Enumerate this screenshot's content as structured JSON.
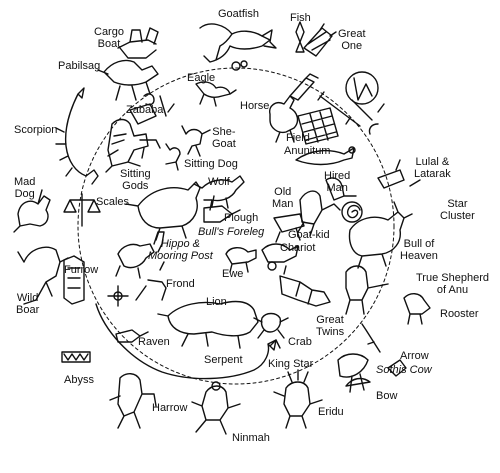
{
  "colors": {
    "ink": "#111111",
    "background": "#ffffff"
  },
  "labels": {
    "goatfish": "Goatfish",
    "fish": "Fish",
    "great_one": "Great\nOne",
    "cargo_boat": "Cargo\nBoat",
    "pabilsag": "Pabilsag",
    "eagle": "Eagle",
    "zababa": "Zababa",
    "horse": "Horse",
    "scorpion": "Scorpion",
    "she_goat": "She-\nGoat",
    "field": "Field",
    "anunitum": "Anunitum",
    "sitting_gods": "Sitting\nGods",
    "sitting_dog": "Sitting Dog",
    "lulal_latarak": "Lulal &\nLatarak",
    "hired_man": "Hired\nMan",
    "mad_dog": "Mad\nDog",
    "wolf": "Wolf",
    "old_man": "Old\nMan",
    "scales": "Scales",
    "plough": "Plough",
    "goat_kid": "Goat-kid",
    "star_cluster": "Star\nCluster",
    "bulls_foreleg": "Bull's Foreleg",
    "chariot": "Chariot",
    "bull_of_heaven": "Bull of\nHeaven",
    "hippo_mooring_post": "Hippo &\nMooring Post",
    "furrow": "Furrow",
    "ewe": "Ewe",
    "true_shepherd": "True Shepherd\nof Anu",
    "frond": "Frond",
    "wild_boar": "Wild\nBoar",
    "lion": "Lion",
    "rooster": "Rooster",
    "great_twins": "Great\nTwins",
    "raven": "Raven",
    "crab": "Crab",
    "arrow": "Arrow",
    "serpent": "Serpent",
    "king_star": "King Star",
    "sothis_cow": "Sothis Cow",
    "abyss": "Abyss",
    "bow": "Bow",
    "harrow": "Harrow",
    "eridu": "Eridu",
    "ninmah": "Ninmah"
  }
}
